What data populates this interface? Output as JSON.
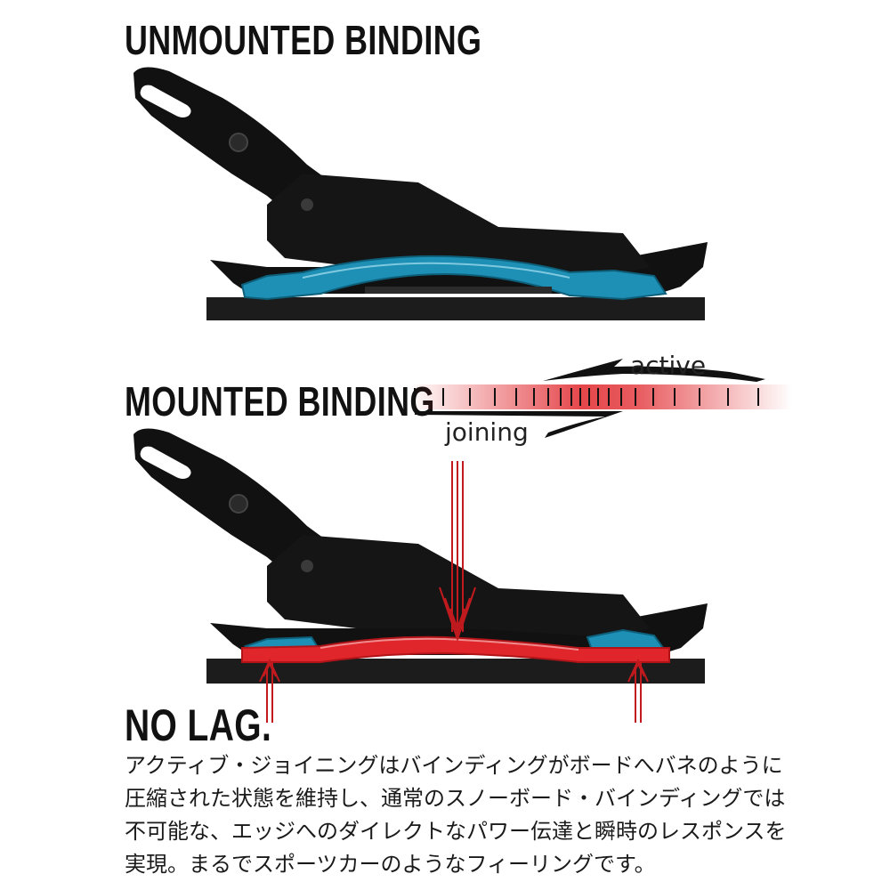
{
  "headings": {
    "unmounted": "UNMOUNTED BINDING",
    "mounted": "MOUNTED BINDING",
    "no_lag": "NO LAG."
  },
  "legend": {
    "active": "active",
    "joining": "joining"
  },
  "body_lines": [
    "アクティブ・ジョイニングはバインディングがボードへバネのように",
    "圧縮された状態を維持し、通常のスノーボード・バインディングでは",
    "不可能な、エッジへのダイレクトなパワー伝達と瞬時のレスポンスを",
    "実現。まるでスポーツカーのようなフィーリングです。"
  ],
  "colors": {
    "binding": "#111111",
    "board": "#1c1c1c",
    "pad_blue": "#1e8fb5",
    "force_red": "#e0262b",
    "text": "#111111"
  }
}
